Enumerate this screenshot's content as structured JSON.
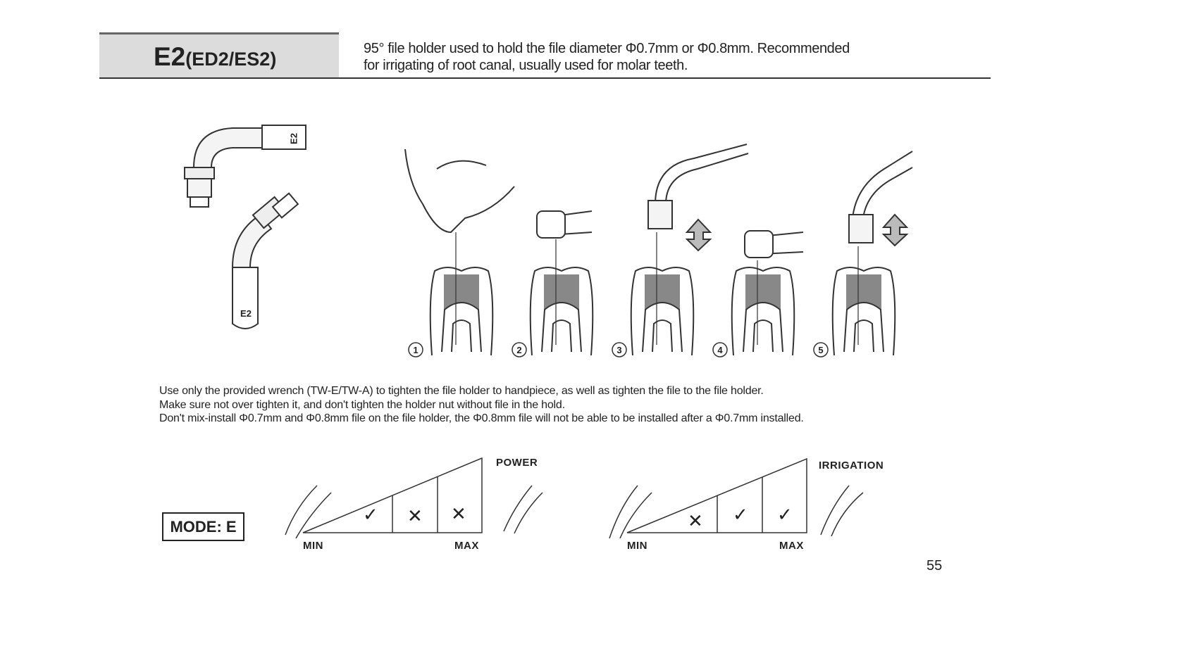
{
  "header": {
    "model": "E2",
    "variants": "(ED2/ES2)",
    "description_lines": [
      "95° file holder used to hold the file diameter Φ0.7mm or Φ0.8mm. Recommended",
      "for irrigating of root canal, usually used for molar teeth."
    ]
  },
  "illustration": {
    "tip_label": "E2",
    "steps": [
      "1",
      "2",
      "3",
      "4",
      "5"
    ]
  },
  "notes": [
    "Use only the provided wrench (TW-E/TW-A) to tighten the file holder to handpiece, as well as tighten the file to the file holder.",
    "Make sure not over tighten it, and don't tighten the holder nut without file in the hold.",
    "Don't mix-install Φ0.7mm and Φ0.8mm file on the file holder, the Φ0.8mm file will not be able to be installed after a Φ0.7mm installed."
  ],
  "mode": "MODE: E",
  "power": {
    "title": "POWER",
    "min": "MIN",
    "max": "MAX",
    "marks": [
      "✓",
      "✕",
      "✕"
    ]
  },
  "irrigation": {
    "title": "IRRIGATION",
    "min": "MIN",
    "max": "MAX",
    "marks": [
      "✕",
      "✓",
      "✓"
    ]
  },
  "page_number": "55"
}
